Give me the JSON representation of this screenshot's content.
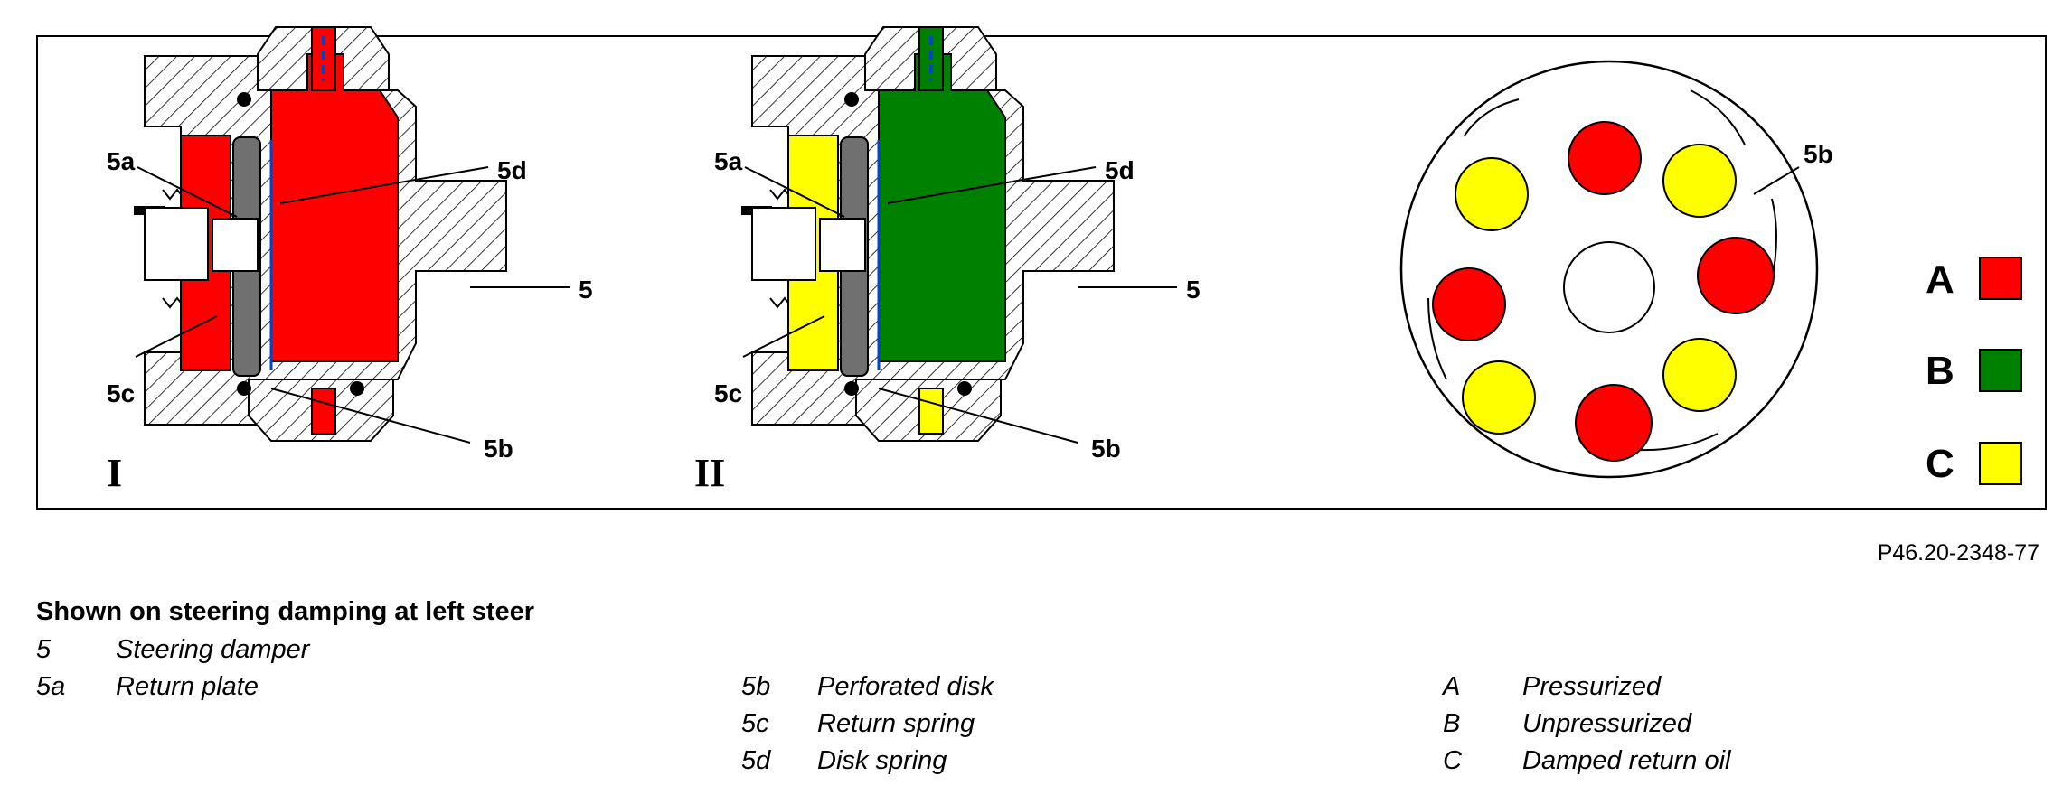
{
  "figure": {
    "number": "P46.20-2348-77",
    "panels": [
      {
        "numeral": "I",
        "labels": [
          "5a",
          "5d",
          "5",
          "5c",
          "5b"
        ]
      },
      {
        "numeral": "II",
        "labels": [
          "5a",
          "5d",
          "5",
          "5c",
          "5b"
        ]
      },
      {
        "labels": [
          "5b"
        ]
      }
    ],
    "color_key": [
      {
        "letter": "A",
        "color": "#ff0000"
      },
      {
        "letter": "B",
        "color": "#008000"
      },
      {
        "letter": "C",
        "color": "#ffff00"
      }
    ]
  },
  "caption": {
    "title": "Shown on steering damping at left steer",
    "legend": [
      {
        "code": "5",
        "text": "Steering damper"
      },
      {
        "code": "5a",
        "text": "Return plate"
      },
      {
        "code": "5b",
        "text": "Perforated disk"
      },
      {
        "code": "5c",
        "text": "Return spring"
      },
      {
        "code": "5d",
        "text": "Disk spring"
      },
      {
        "code": "A",
        "text": "Pressurized"
      },
      {
        "code": "B",
        "text": "Unpressurized"
      },
      {
        "code": "C",
        "text": "Damped return oil"
      }
    ]
  }
}
